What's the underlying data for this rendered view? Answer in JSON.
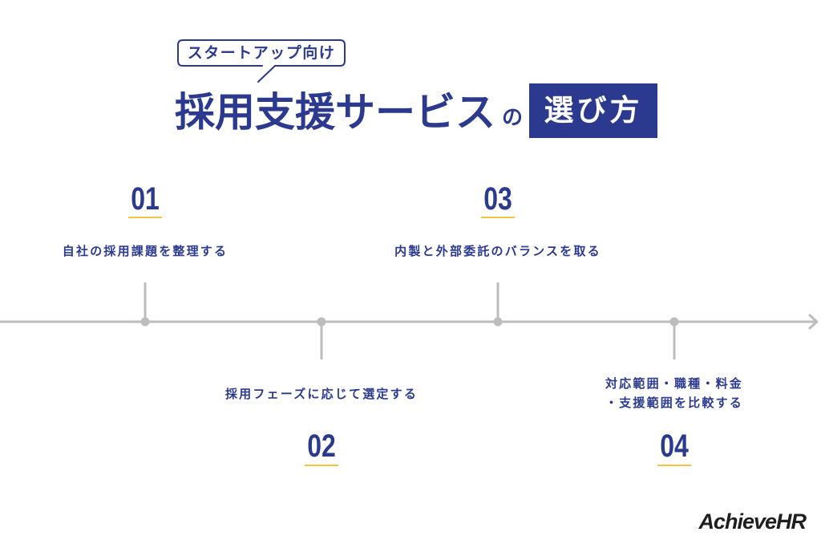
{
  "header": {
    "tag": "スタートアップ向け",
    "title_main": "採用支援サービス",
    "title_particle": "の",
    "title_highlight": "選び方"
  },
  "steps": [
    {
      "number": "01",
      "lines": [
        "自社の採用課題を整理する"
      ]
    },
    {
      "number": "02",
      "lines": [
        "採用フェーズに応じて選定する"
      ]
    },
    {
      "number": "03",
      "lines": [
        "内製と外部委託のバランスを取る"
      ]
    },
    {
      "number": "04",
      "lines": [
        "対応範囲・職種・料金",
        "・支援範囲を比較する"
      ]
    }
  ],
  "logo": {
    "text": "AchieveHR"
  },
  "colors": {
    "primary": "#2b3a8f",
    "accent_underline": "#f3c544",
    "timeline": "#bcbcbc",
    "logo": "#1f1f1f",
    "background": "#ffffff"
  }
}
